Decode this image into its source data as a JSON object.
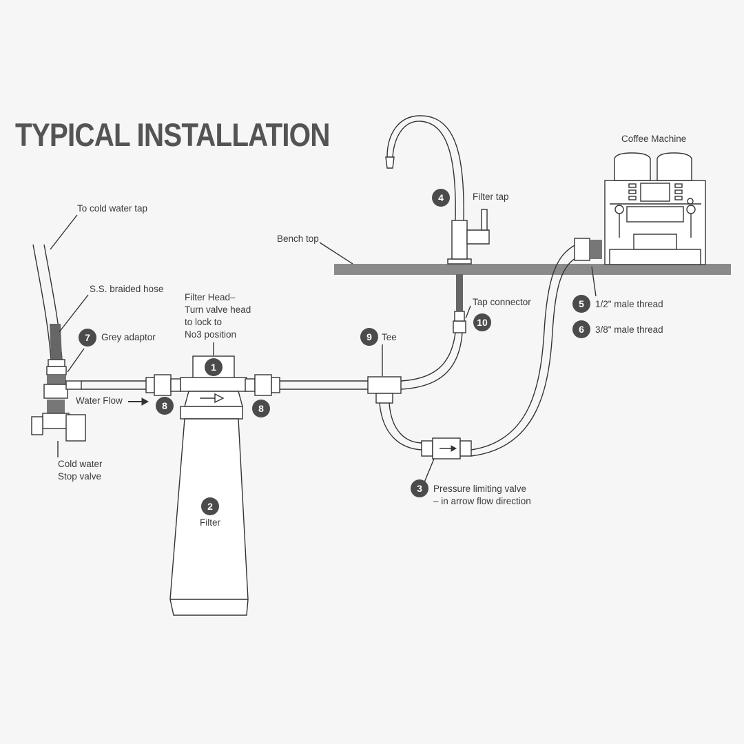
{
  "title": "TYPICAL INSTALLATION",
  "labels": {
    "to_cold_water_tap": "To cold water tap",
    "ss_braided_hose": "S.S. braided hose",
    "grey_adaptor": "Grey adaptor",
    "water_flow": "Water Flow",
    "cold_water_stop_valve_line1": "Cold water",
    "cold_water_stop_valve_line2": "Stop valve",
    "filter_head_line1": "Filter Head–",
    "filter_head_line2": "Turn valve head",
    "filter_head_line3": "to lock to",
    "filter_head_line4": "No3 position",
    "filter": "Filter",
    "bench_top": "Bench top",
    "filter_tap": "Filter tap",
    "tap_connector": "Tap connector",
    "tee": "Tee",
    "coffee_machine": "Coffee Machine",
    "half_inch_male_thread": "1/2\" male thread",
    "three_eighth_male_thread": "3/8\" male thread",
    "pressure_limiting_valve_line1": "Pressure limiting valve",
    "pressure_limiting_valve_line2": "– in arrow flow direction"
  },
  "badges": {
    "filter_head": "1",
    "filter": "2",
    "pressure_limiting_valve": "3",
    "filter_tap": "4",
    "half_inch_thread": "5",
    "three_eighth_thread": "6",
    "grey_adaptor": "7",
    "fitting_left": "8",
    "fitting_right": "8",
    "tee": "9",
    "tap_connector": "10"
  },
  "colors": {
    "background": "#f6f6f6",
    "badge": "#4b4b4b",
    "bench_top": "#8a8a8a",
    "line": "#333333",
    "title": "#545454"
  }
}
